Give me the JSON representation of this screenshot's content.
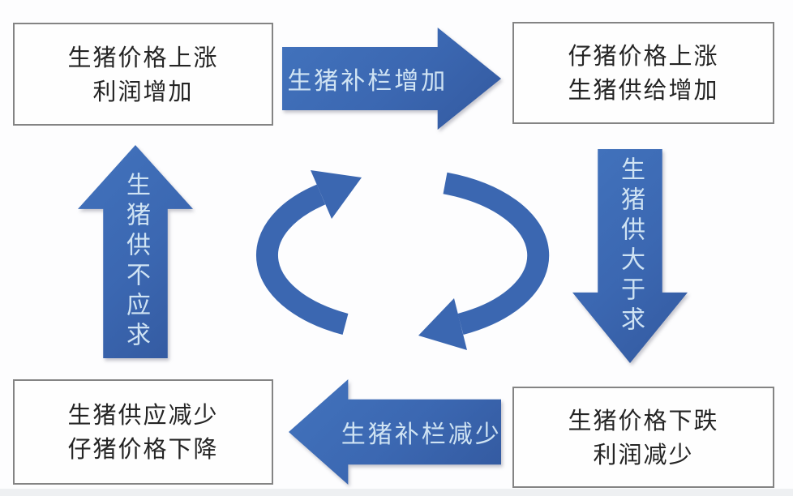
{
  "colors": {
    "arrow_blue": "#3b67b1",
    "arrow_blue_dark": "#2c4f96",
    "arrow_text": "#cfe3f3",
    "box_border": "#848484",
    "box_text": "#242424",
    "background": "#fdfdfe"
  },
  "boxes": {
    "top_left": {
      "line1": "生猪价格上涨",
      "line2": "利润增加"
    },
    "top_right": {
      "line1": "仔猪价格上涨",
      "line2": "生猪供给增加"
    },
    "bottom_right": {
      "line1": "生猪价格下跌",
      "line2": "利润减少"
    },
    "bottom_left": {
      "line1": "生猪供应减少",
      "line2": "仔猪价格下降"
    }
  },
  "arrows": {
    "top": {
      "label": "生猪补栏增加",
      "direction": "right"
    },
    "right": {
      "label": "生猪供大于求",
      "direction": "down"
    },
    "bottom": {
      "label": "生猪补栏减少",
      "direction": "left"
    },
    "left": {
      "label": "生猪供不应求",
      "direction": "up"
    }
  },
  "center": {
    "icon": "cycle-arrows-icon",
    "meaning": "clockwise-cycle"
  }
}
